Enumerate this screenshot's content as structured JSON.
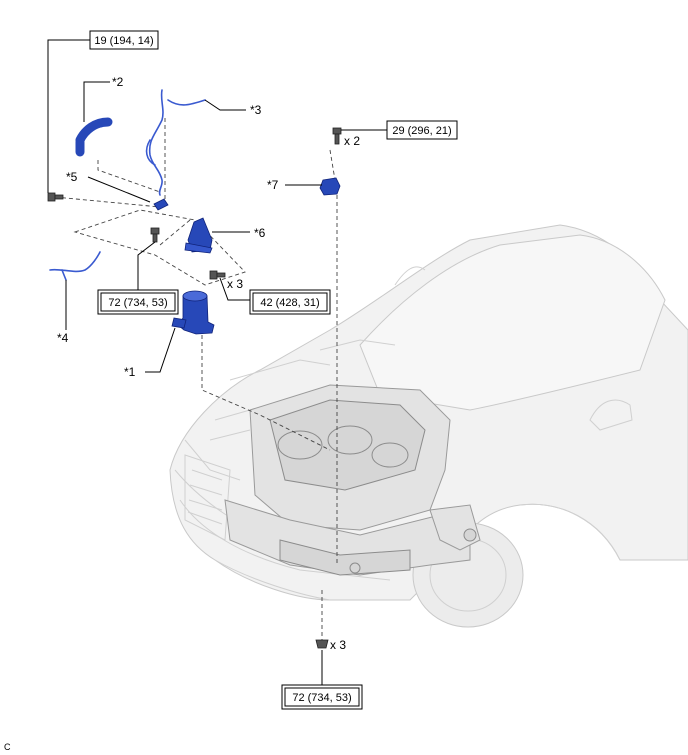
{
  "callouts": {
    "c1": "*1",
    "c2": "*2",
    "c3": "*3",
    "c4": "*4",
    "c5": "*5",
    "c6": "*6",
    "c7": "*7"
  },
  "torque": {
    "t_top_left": "19 (194, 14)",
    "t_top_right": "29 (296, 21)",
    "t_mid_left": "72 (734, 53)",
    "t_mid_right": "42 (428, 31)",
    "t_bottom": "72 (734, 53)"
  },
  "quantities": {
    "q_top_right": "x 2",
    "q_mid_right": "x 3",
    "q_bottom": "x 3"
  },
  "corner_mark": "C",
  "colors": {
    "part_blue": "#2748b8",
    "car_gray": "#f2f2f2"
  }
}
